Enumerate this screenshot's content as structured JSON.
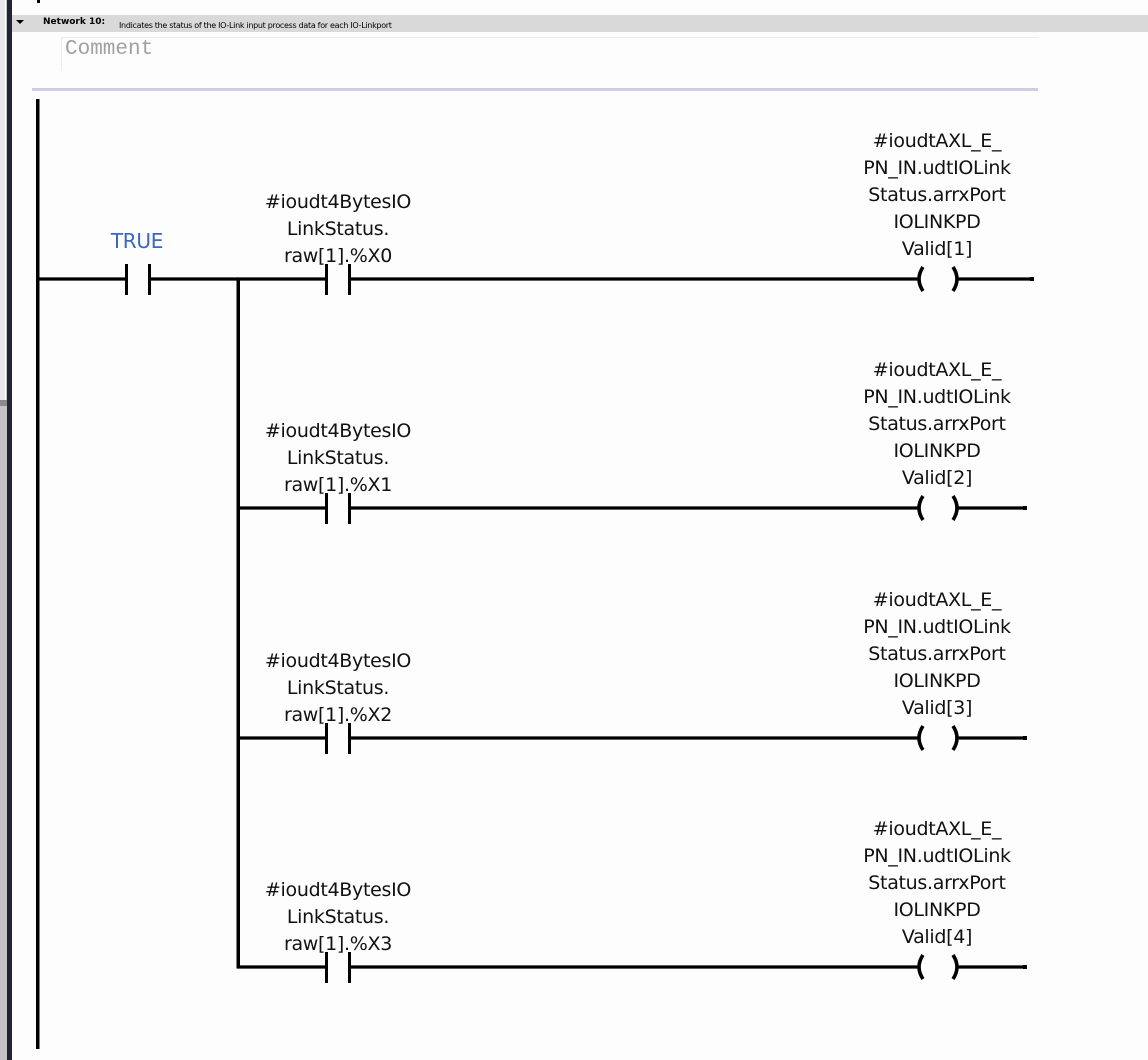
{
  "network": {
    "title": "Network 10:",
    "description": "Indicates the status of the IO-Link input process data for each IO-Linkport",
    "comment_placeholder": "Comment"
  },
  "colors": {
    "header_bg": "#d9d9d9",
    "constant_text": "#3a66c8",
    "separator": "#cdcde6"
  },
  "ladder": {
    "enable_contact": {
      "label": "TRUE",
      "type": "normally-open-contact"
    },
    "rungs": [
      {
        "contact": {
          "type": "normally-open-contact",
          "lines": [
            "#ioudt4BytesIO",
            "LinkStatus.",
            "raw[1].%X0"
          ]
        },
        "coil": {
          "type": "coil",
          "lines": [
            "#ioudtAXL_E_",
            "PN_IN.udtIOLink",
            "Status.arrxPort",
            "IOLINKPD",
            "Valid[1]"
          ]
        }
      },
      {
        "contact": {
          "type": "normally-open-contact",
          "lines": [
            "#ioudt4BytesIO",
            "LinkStatus.",
            "raw[1].%X1"
          ]
        },
        "coil": {
          "type": "coil",
          "lines": [
            "#ioudtAXL_E_",
            "PN_IN.udtIOLink",
            "Status.arrxPort",
            "IOLINKPD",
            "Valid[2]"
          ]
        }
      },
      {
        "contact": {
          "type": "normally-open-contact",
          "lines": [
            "#ioudt4BytesIO",
            "LinkStatus.",
            "raw[1].%X2"
          ]
        },
        "coil": {
          "type": "coil",
          "lines": [
            "#ioudtAXL_E_",
            "PN_IN.udtIOLink",
            "Status.arrxPort",
            "IOLINKPD",
            "Valid[3]"
          ]
        }
      },
      {
        "contact": {
          "type": "normally-open-contact",
          "lines": [
            "#ioudt4BytesIO",
            "LinkStatus.",
            "raw[1].%X3"
          ]
        },
        "coil": {
          "type": "coil",
          "lines": [
            "#ioudtAXL_E_",
            "PN_IN.udtIOLink",
            "Status.arrxPort",
            "IOLINKPD",
            "Valid[4]"
          ]
        }
      }
    ]
  }
}
